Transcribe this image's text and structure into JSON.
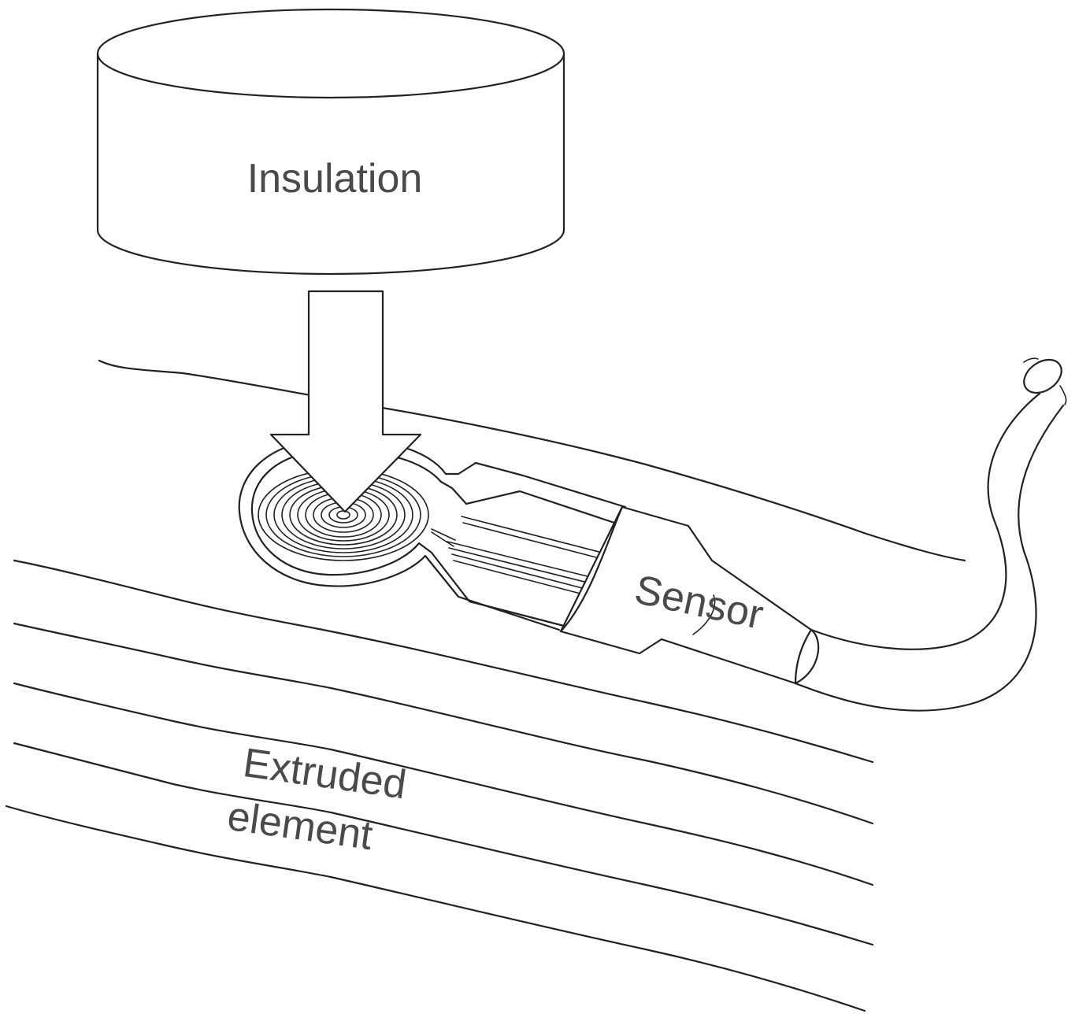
{
  "labels": {
    "insulation": "Insulation",
    "sensor": "Sensor",
    "extruded_line1": "Extruded",
    "extruded_line2": "element"
  },
  "colors": {
    "stroke": "#222222",
    "label": "#4a4a4a",
    "background": "#ffffff"
  }
}
